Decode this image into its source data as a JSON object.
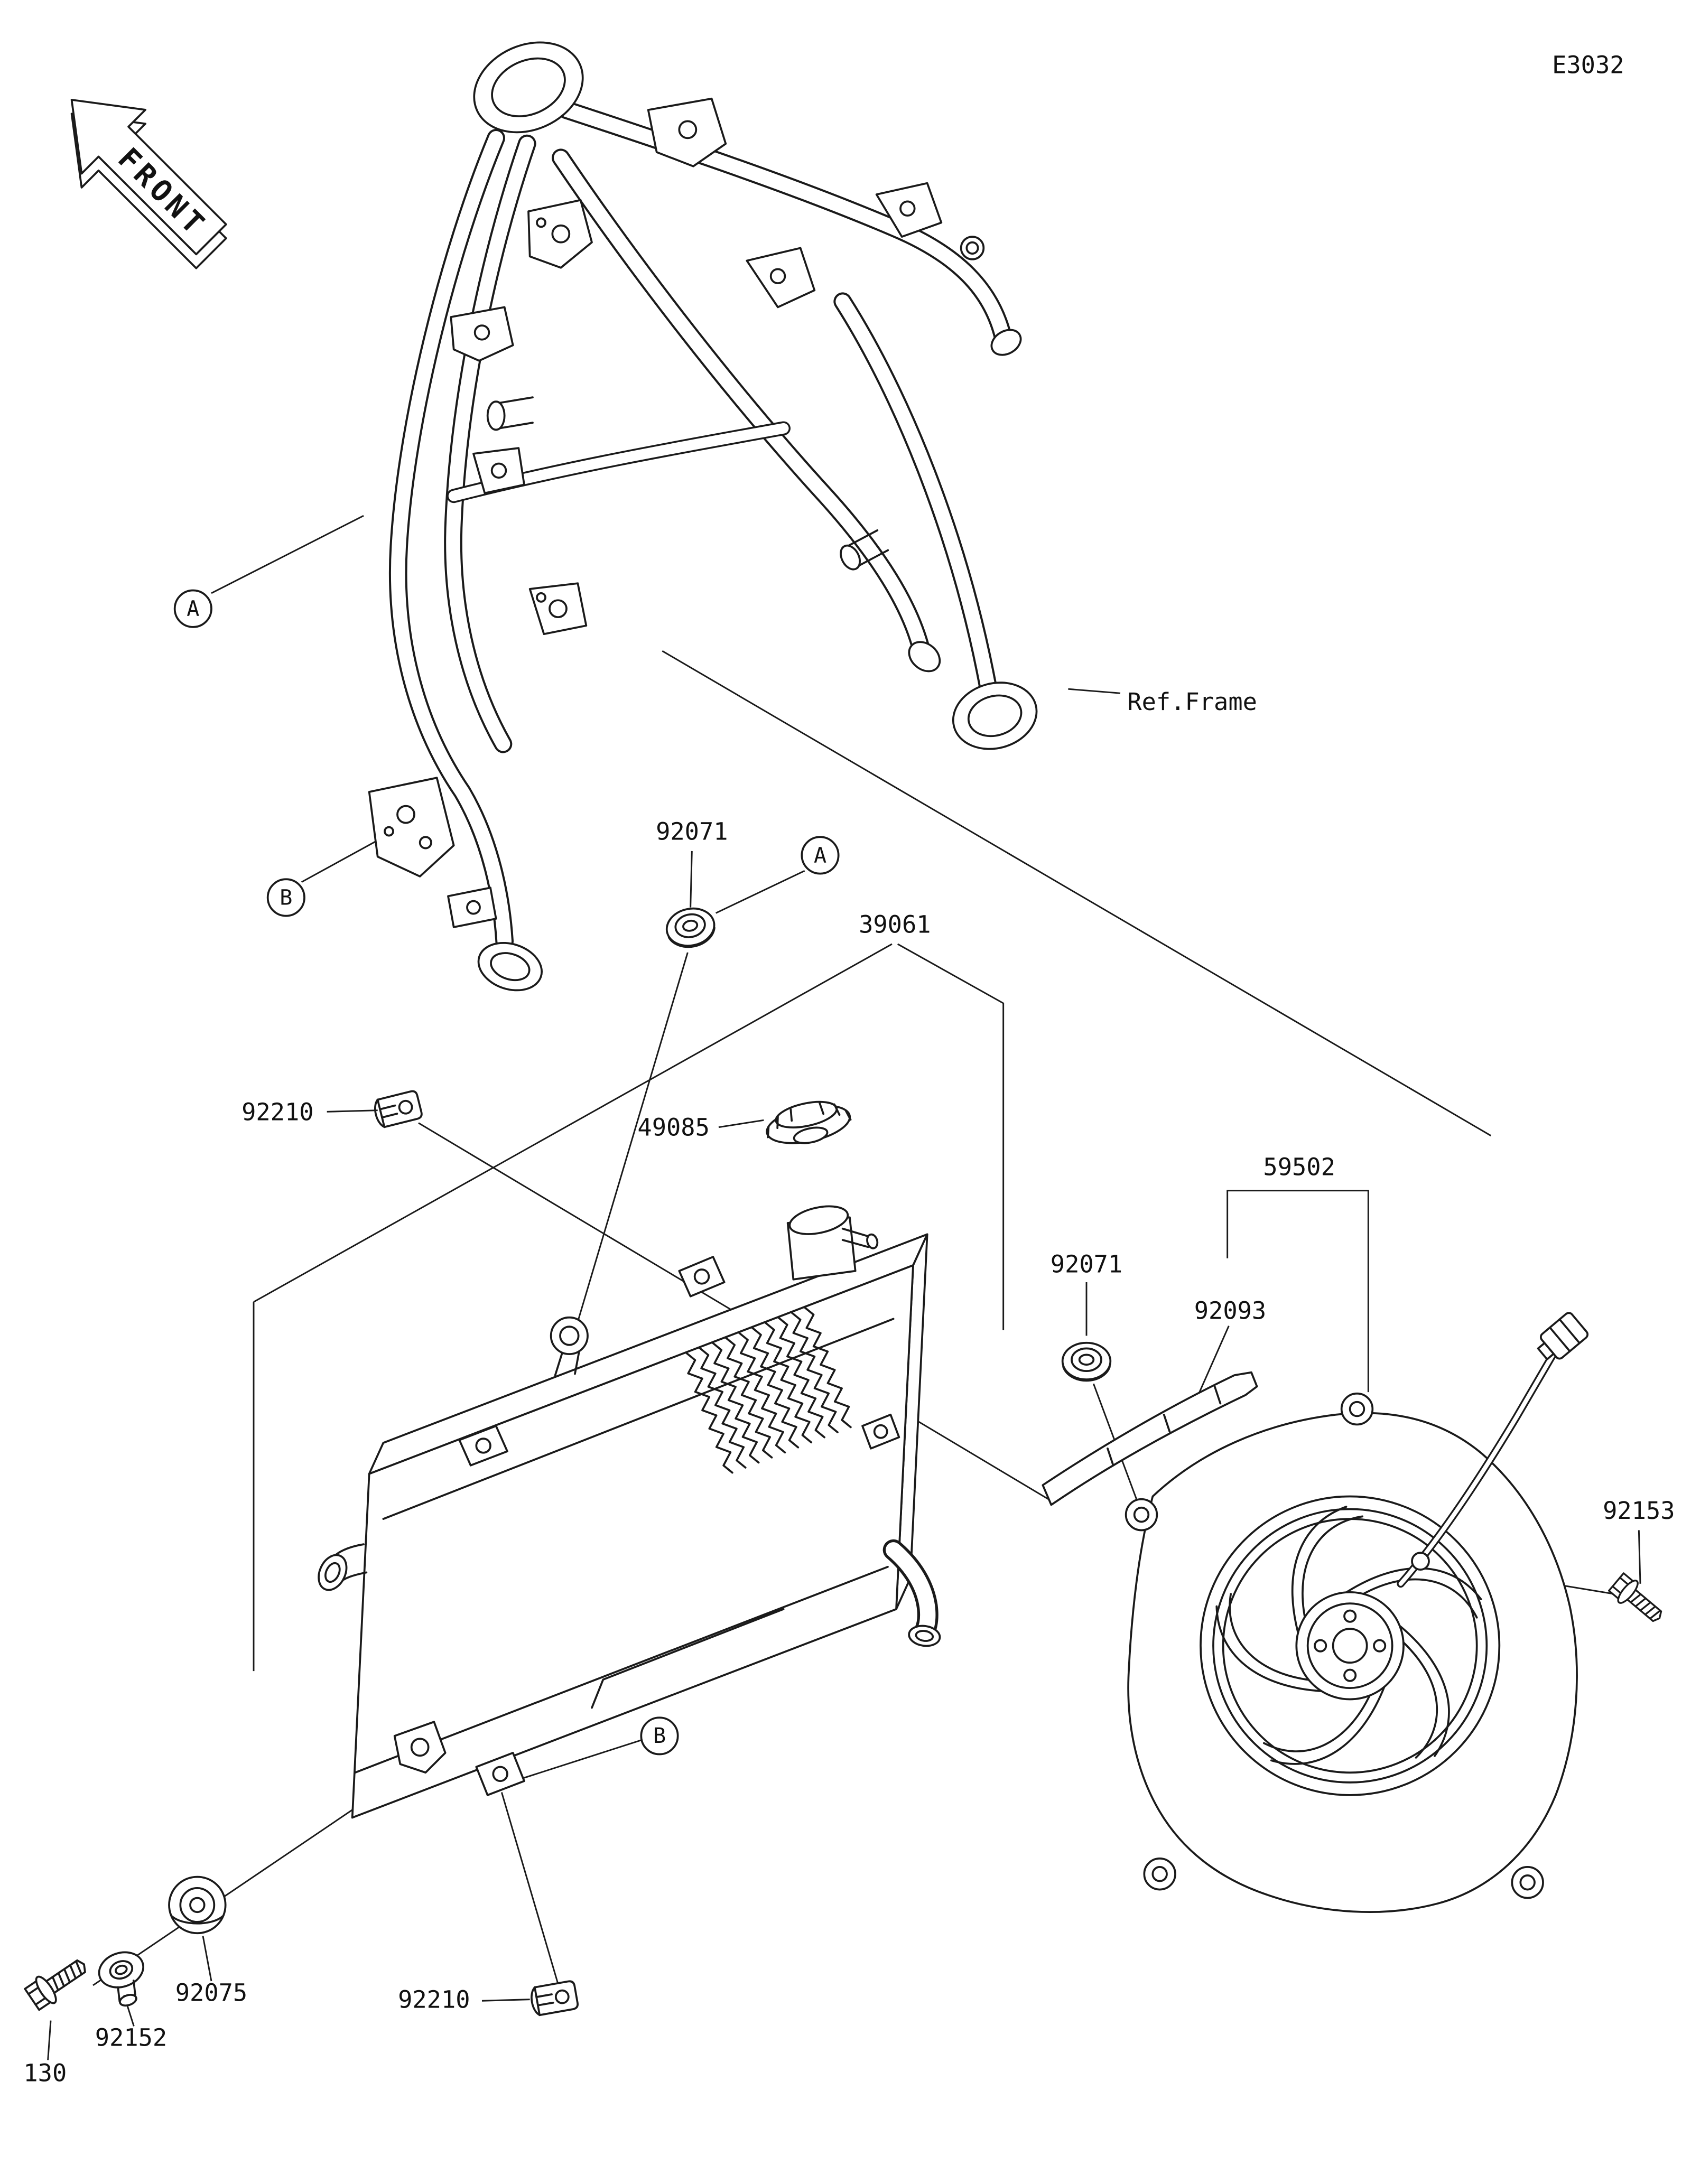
{
  "diagram": {
    "code": "E3032",
    "front_label": "FRONT",
    "ref_frame_label": "Ref.Frame",
    "callouts": {
      "a": "A",
      "b": "B"
    },
    "parts": {
      "radiator": "39061",
      "radiator_cap": "49085",
      "fan_assembly": "59502",
      "grommet": "92071",
      "damper": "92075",
      "pad": "92093",
      "collar": "92152",
      "bolt_fan": "92153",
      "clip": "92210",
      "bolt_mount": "130"
    }
  }
}
